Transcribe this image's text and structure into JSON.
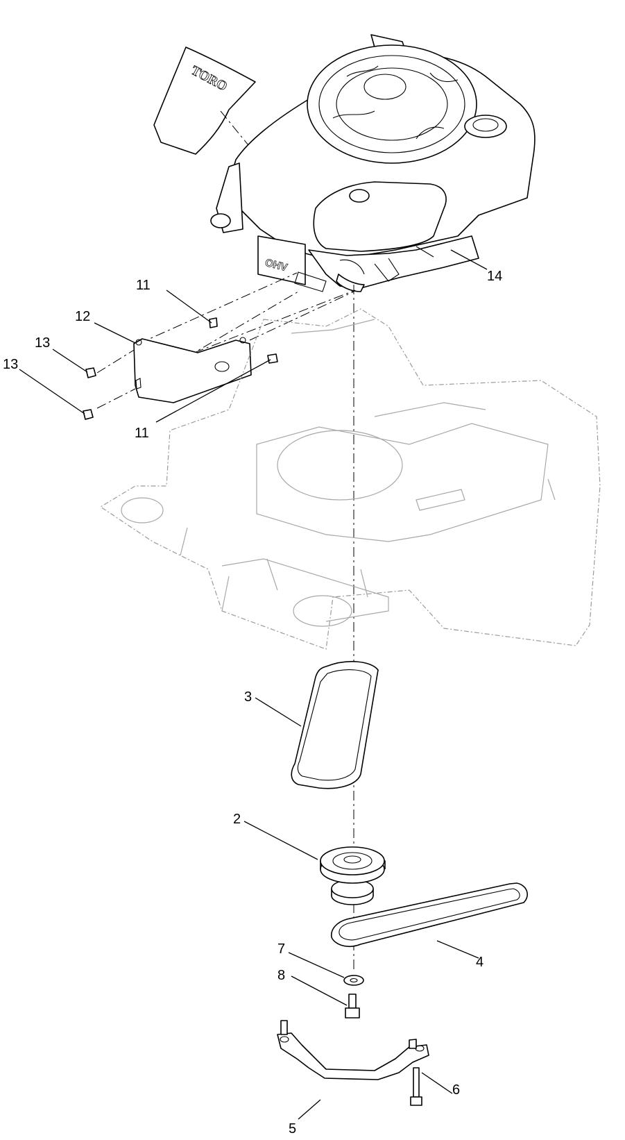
{
  "diagram": {
    "decal_logo_text": "TORO",
    "engine_badge_text": "OHV",
    "callouts": [
      {
        "id": "c14",
        "text": "14"
      },
      {
        "id": "c11a",
        "text": "11"
      },
      {
        "id": "c12",
        "text": "12"
      },
      {
        "id": "c13a",
        "text": "13"
      },
      {
        "id": "c13b",
        "text": "13"
      },
      {
        "id": "c11b",
        "text": "11"
      },
      {
        "id": "c3",
        "text": "3"
      },
      {
        "id": "c2",
        "text": "2"
      },
      {
        "id": "c7",
        "text": "7"
      },
      {
        "id": "c4",
        "text": "4"
      },
      {
        "id": "c8",
        "text": "8"
      },
      {
        "id": "c6",
        "text": "6"
      },
      {
        "id": "c5",
        "text": "5"
      }
    ]
  }
}
